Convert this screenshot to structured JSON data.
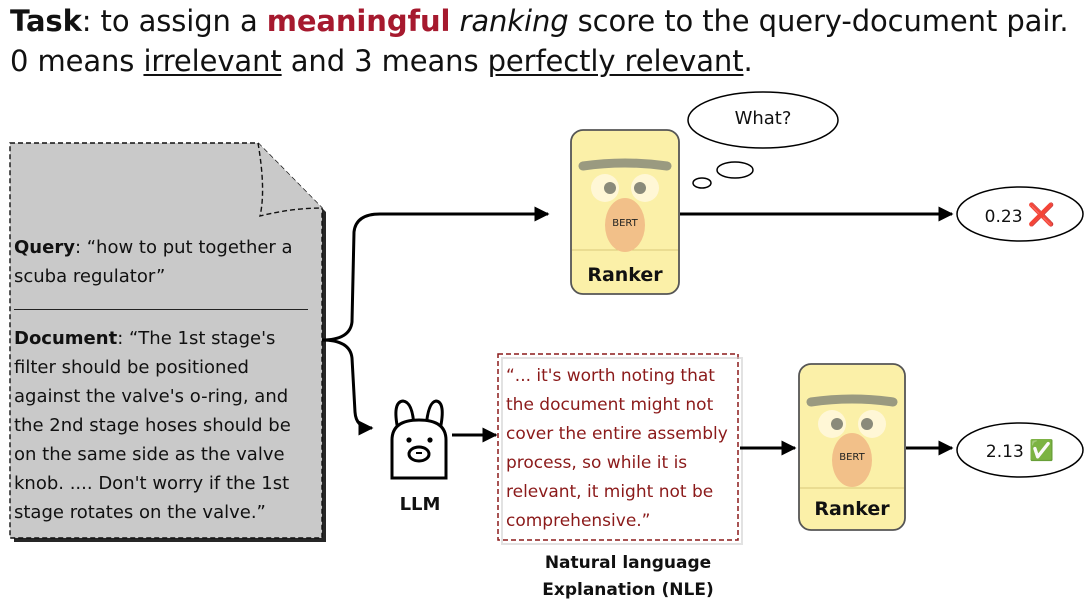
{
  "task": {
    "label": "Task",
    "text_before": ": to assign a ",
    "emphasis": "meaningful",
    "italic": "ranking",
    "text_after": " score to the query-document pair.",
    "line2_start": "0 means ",
    "irrelevant": "irrelevant",
    "line2_mid": " and 3 means ",
    "perfectly_relevant": "perfectly relevant",
    "line2_end": "."
  },
  "document": {
    "query_label": "Query",
    "query_text": ": “how to put together a scuba regulator”",
    "doc_label": "Document",
    "doc_text": ":  “The 1st stage's filter should be positioned against the valve's o-ring, and the 2nd stage hoses should be on the same side as the valve knob. .... Don't worry if the 1st stage rotates on the valve.”"
  },
  "top_ranker": {
    "bert": "BERT",
    "label": "Ranker",
    "thought": "What?",
    "score": "0.23",
    "verdict": "❌"
  },
  "llm": {
    "label": "LLM"
  },
  "nle": {
    "text": "“... it's worth noting that the document might not cover the entire assembly process, so while it is relevant, it might not be comprehensive.”",
    "caption_line1": "Natural language",
    "caption_line2": "Explanation (NLE)"
  },
  "bottom_ranker": {
    "bert": "BERT",
    "label": "Ranker",
    "score": "2.13",
    "verdict": "✅"
  },
  "colors": {
    "emphasis": "#a6192e",
    "nle_text": "#8b1a1a",
    "ranker_fill": "#fbf0a8",
    "face_nose": "#f2c089",
    "doc_fill": "#c9c9c9"
  }
}
